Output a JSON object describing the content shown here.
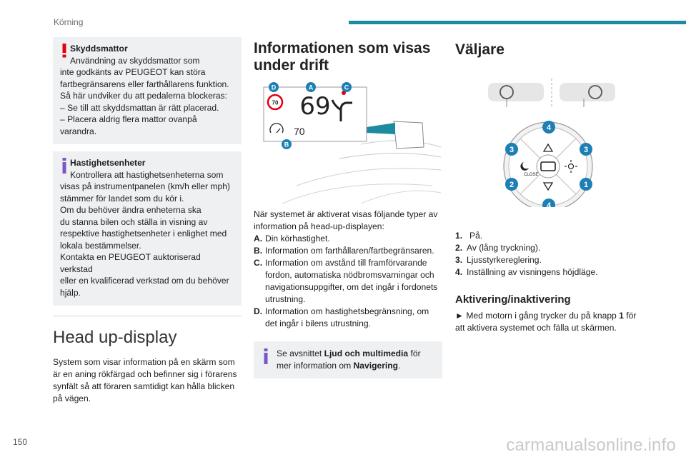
{
  "header": {
    "section": "Körning"
  },
  "page_number": "150",
  "watermark": "carmanualsonline.info",
  "col1": {
    "warning": {
      "title": "Skyddsmattor",
      "lines": [
        "Användning av skyddsmattor som",
        "inte godkänts av PEUGEOT kan störa",
        "fartbegränsarens eller farthållarens funktion.",
        "Så här undviker du att pedalerna blockeras:",
        "–  Se till att skyddsmattan är rätt placerad.",
        "–  Placera aldrig flera mattor ovanpå",
        "varandra."
      ]
    },
    "info": {
      "title": "Hastighetsenheter",
      "lines": [
        "Kontrollera att hastighetsenheterna som",
        "visas på instrumentpanelen (km/h eller mph)",
        "stämmer för landet som du kör i.",
        "Om du behöver ändra enheterna ska",
        "du stanna bilen och ställa in visning av",
        "respektive hastighetsenheter i enlighet med",
        "lokala bestämmelser.",
        "Kontakta en PEUGEOT auktoriserad verkstad",
        "eller en kvalificerad verkstad om du behöver",
        "hjälp."
      ]
    },
    "hud_title": "Head up-display",
    "hud_text": [
      "System som visar information på en skärm som",
      "är en aning rökfärgad och befinner sig i förarens",
      "synfält så att föraren samtidigt kan hålla blicken",
      "på vägen."
    ]
  },
  "col2": {
    "title_lines": [
      "Informationen som visas",
      "under drift"
    ],
    "figure": {
      "speed": "69",
      "limit": "70",
      "cruise": "70",
      "labels": [
        "A",
        "B",
        "C",
        "D"
      ]
    },
    "intro": [
      "När systemet är aktiverat visas följande typer av",
      "information på head-up-displayen:"
    ],
    "items": [
      {
        "key": "A.",
        "lines": [
          "Din körhastighet."
        ]
      },
      {
        "key": "B.",
        "lines": [
          "Information om farthållaren/fartbegränsaren."
        ]
      },
      {
        "key": "C.",
        "lines": [
          "Information om avstånd till framförvarande",
          "fordon, automatiska nödbromsvarningar och",
          "navigationsuppgifter, om det ingår i fordonets",
          "utrustning."
        ]
      },
      {
        "key": "D.",
        "lines": [
          "Information om hastighetsbegränsning, om",
          "det ingår i bilens utrustning."
        ]
      }
    ],
    "note": {
      "pre": "Se avsnittet ",
      "bold1": "Ljud och multimedia",
      "mid": " för",
      "line2_pre": "mer information om ",
      "bold2": "Navigering",
      "end": "."
    }
  },
  "col3": {
    "title": "Väljare",
    "figure": {
      "badges": [
        "4",
        "3",
        "3",
        "2",
        "1",
        "4"
      ],
      "close_label": "CLOSE"
    },
    "items": [
      {
        "key": "1.",
        "text": "På."
      },
      {
        "key": "2.",
        "text": "Av (lång tryckning)."
      },
      {
        "key": "3.",
        "text": "Ljusstyrkereglering."
      },
      {
        "key": "4.",
        "text": "Inställning av visningens höjdläge."
      }
    ],
    "sub_title": "Aktivering/inaktivering",
    "action": {
      "arrow": "►",
      "pre": "Med motorn i gång trycker du på knapp ",
      "bold": "1",
      "post": " för",
      "line2": "att aktivera systemet och fälla ut skärmen."
    }
  },
  "colors": {
    "accent": "#1d8aa0",
    "warning": "#e3000f",
    "info": "#7b57c6",
    "badge": "#1d7fb5"
  }
}
